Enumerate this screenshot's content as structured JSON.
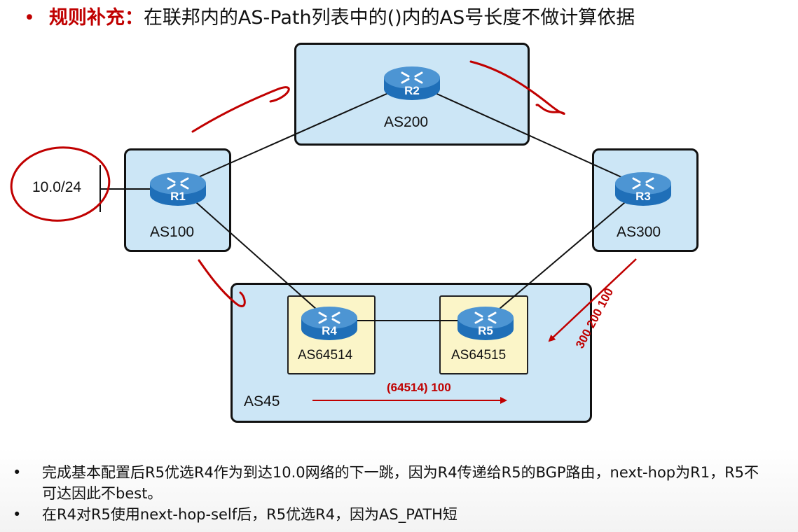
{
  "title": {
    "bullet": "•",
    "keyword": "规则补充：",
    "text": "在联邦内的AS-Path列表中的()内的AS号长度不做计算依据"
  },
  "diagram": {
    "as100": {
      "label": "AS100",
      "router": "R1",
      "prefix": "10.0/24"
    },
    "as200": {
      "label": "AS200",
      "router": "R2"
    },
    "as300": {
      "label": "AS300",
      "router": "R3"
    },
    "as45": {
      "label": "AS45",
      "sub1": {
        "label": "AS64514",
        "router": "R4"
      },
      "sub2": {
        "label": "AS64515",
        "router": "R5"
      }
    },
    "annotations": {
      "path_r3_to_r5": "300 200 100",
      "path_r4_to_r5": "(64514) 100"
    },
    "colors": {
      "as_box_fill": "#cce6f6",
      "sub_as_fill": "#fbf5c8",
      "router_blue": "#1f6fb8",
      "annotation_red": "#c00000"
    }
  },
  "notes": [
    {
      "bullet": "•",
      "text": "完成基本配置后R5优选R4作为到达10.0网络的下一跳，因为R4传递给R5的BGP路由，next-hop为R1，R5不可达因此不best。"
    },
    {
      "bullet": "•",
      "text": "在R4对R5使用next-hop-self后，R5优选R4，因为AS_PATH短"
    }
  ]
}
